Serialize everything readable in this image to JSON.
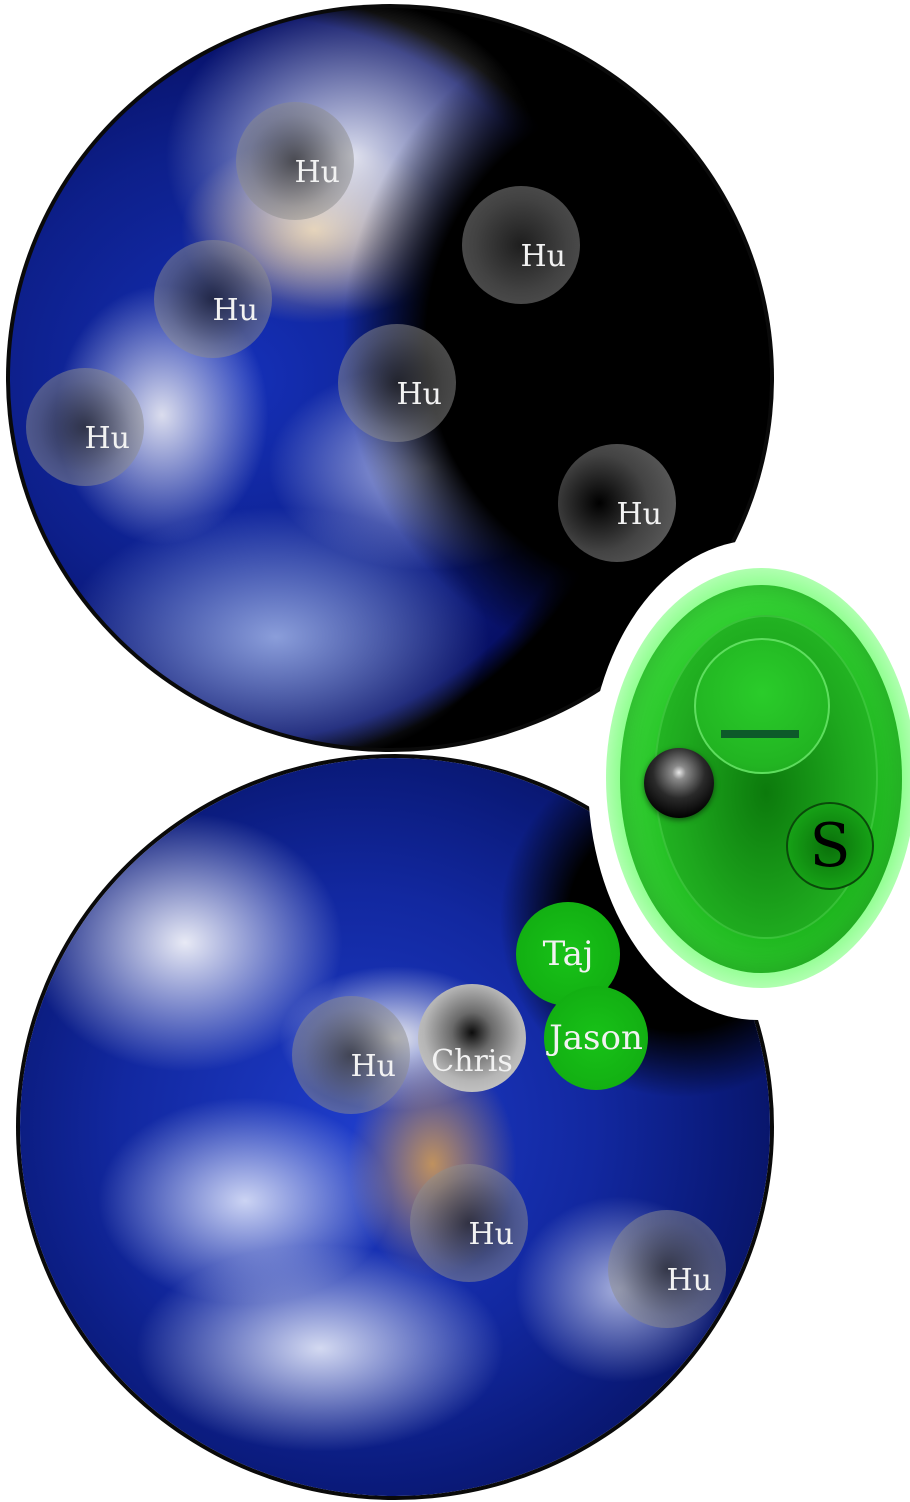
{
  "top_globe": {
    "hu_markers": [
      {
        "label": "Hu"
      },
      {
        "label": "Hu"
      },
      {
        "label": "Hu"
      },
      {
        "label": "Hu"
      },
      {
        "label": "Hu"
      },
      {
        "label": "Hu"
      }
    ]
  },
  "bottom_globe": {
    "hu_markers": [
      {
        "label": "Hu"
      },
      {
        "label": "Hu"
      },
      {
        "label": "Hu"
      }
    ],
    "players": {
      "taj": "Taj",
      "jason": "Jason",
      "chris": "Chris"
    }
  },
  "control_panel": {
    "s_button_label": "S"
  },
  "colors": {
    "panel_green": "#33d633",
    "player_green": "#14b414",
    "ocean_blue": "#1530b8",
    "space_black": "#000000"
  }
}
